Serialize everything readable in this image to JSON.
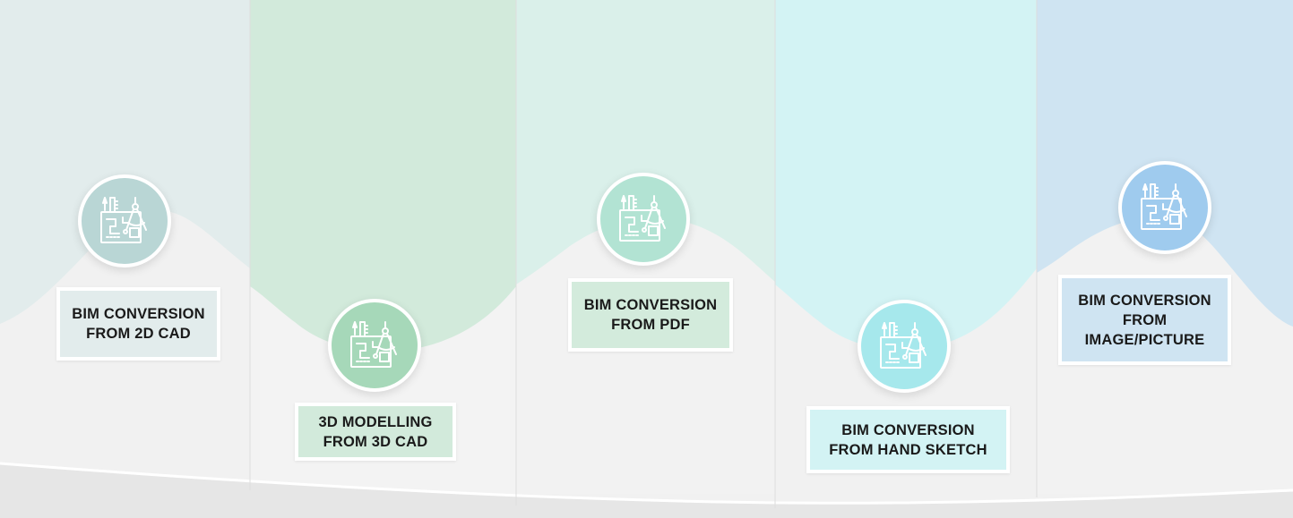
{
  "items": [
    {
      "label": "BIM CONVERSION\nFROM 2D CAD",
      "panel_color": "#e2ecec",
      "circle_color": "#b9d6d5",
      "label_bg": "#e2ecec",
      "icon": "drafting-tools-icon"
    },
    {
      "label": "3D MODELLING\nFROM 3D CAD",
      "panel_color": "#d2eadb",
      "circle_color": "#a6d8b9",
      "label_bg": "#d2eadb",
      "icon": "drafting-tools-icon"
    },
    {
      "label": "BIM CONVERSION\nFROM PDF",
      "panel_color": "#daf0ea",
      "circle_color": "#b2e3d3",
      "label_bg": "#d3ebdc",
      "icon": "drafting-tools-icon"
    },
    {
      "label": "BIM CONVERSION\nFROM HAND SKETCH",
      "panel_color": "#d3f3f4",
      "circle_color": "#a6e8ec",
      "label_bg": "#d3f3f4",
      "icon": "drafting-tools-icon"
    },
    {
      "label": "BIM CONVERSION\nFROM\nIMAGE/PICTURE",
      "panel_color": "#cfe4f2",
      "circle_color": "#9fcbee",
      "label_bg": "#cfe4f2",
      "icon": "drafting-tools-icon"
    }
  ]
}
